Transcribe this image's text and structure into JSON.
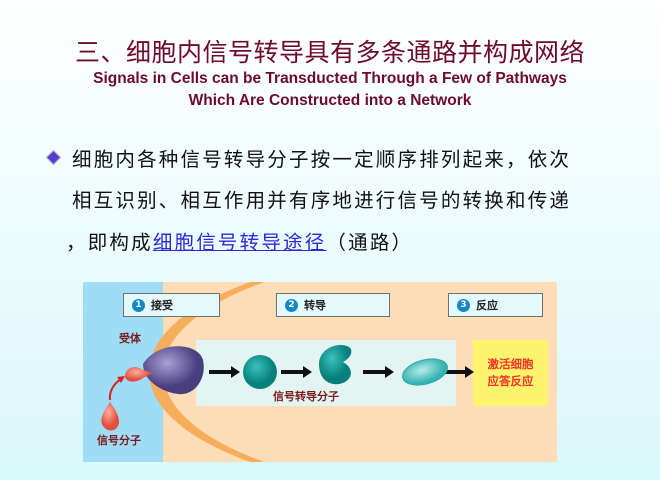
{
  "title": "三、细胞内信号转导具有多条通路并构成网络",
  "subtitle_line1": "Signals in Cells can be Transducted Through a Few of Pathways",
  "subtitle_line2": "Which Are Constructed into a Network",
  "body": {
    "line1": "细胞内各种信号转导分子按一定顺序排列起来，依次",
    "line2": "相互识别、相互作用并有序地进行信号的转换和传递",
    "line3_prefix": "，即构成",
    "line3_link": "细胞信号转导途径",
    "line3_suffix": "（通路）"
  },
  "diagram": {
    "steps": [
      {
        "num": "1",
        "label": "接受"
      },
      {
        "num": "2",
        "label": "转导"
      },
      {
        "num": "3",
        "label": "反应"
      }
    ],
    "receptor_label": "受体",
    "signal_molecule_label": "信号分子",
    "transducer_label": "信号转导分子",
    "response_line1": "激活细胞",
    "response_line2": "应答反应"
  }
}
